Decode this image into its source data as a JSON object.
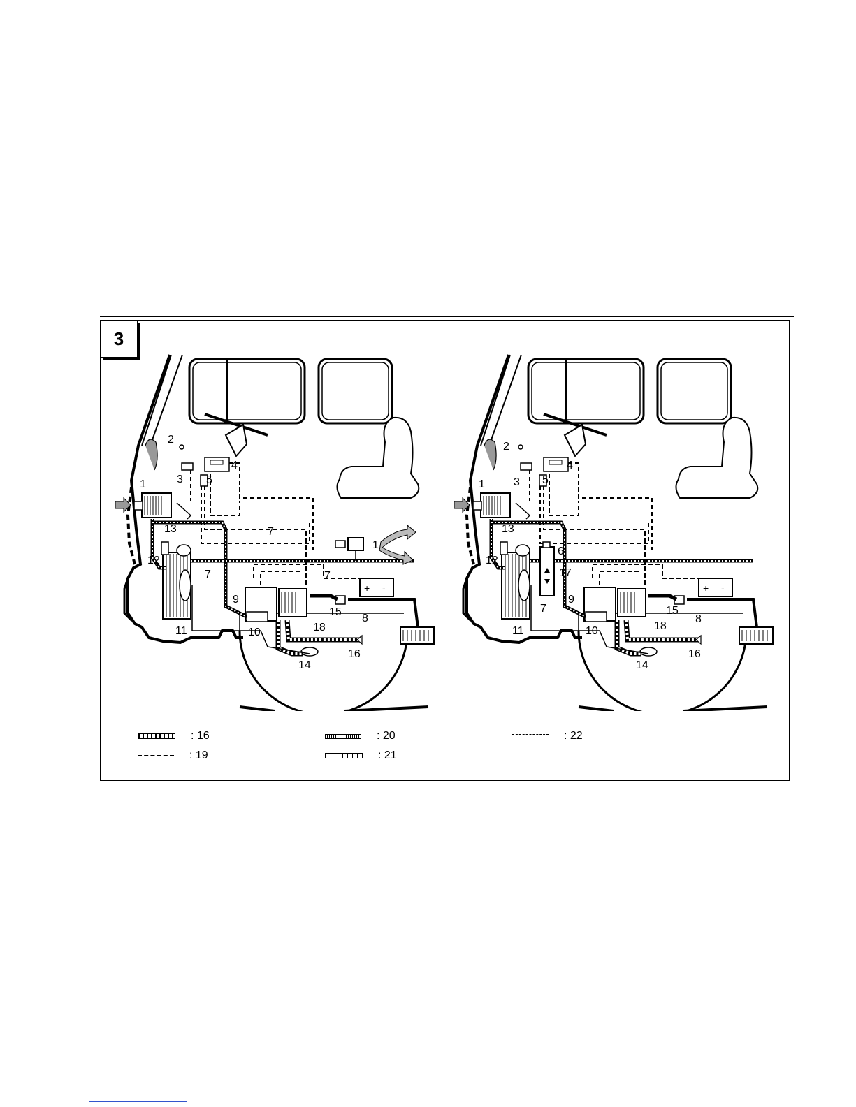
{
  "figure": {
    "number": "3"
  },
  "callouts": {
    "left": [
      "1",
      "2",
      "3",
      "4",
      "5",
      "13",
      "1",
      "7",
      "7",
      "12",
      "7",
      "9",
      "18",
      "15",
      "8",
      "10",
      "11",
      "16",
      "14"
    ],
    "right": [
      "1",
      "2",
      "3",
      "4",
      "5",
      "13",
      "6",
      "12",
      "17",
      "7",
      "9",
      "18",
      "15",
      "8",
      "11",
      "10",
      "16",
      "14"
    ]
  },
  "legend": [
    {
      "style": "double-dotted",
      "label": ": 16"
    },
    {
      "style": "dashed",
      "label": ": 19"
    },
    {
      "style": "fine-hatched",
      "label": ": 20"
    },
    {
      "style": "beaded",
      "label": ": 21"
    },
    {
      "style": "double-dashed",
      "label": ": 22"
    }
  ]
}
